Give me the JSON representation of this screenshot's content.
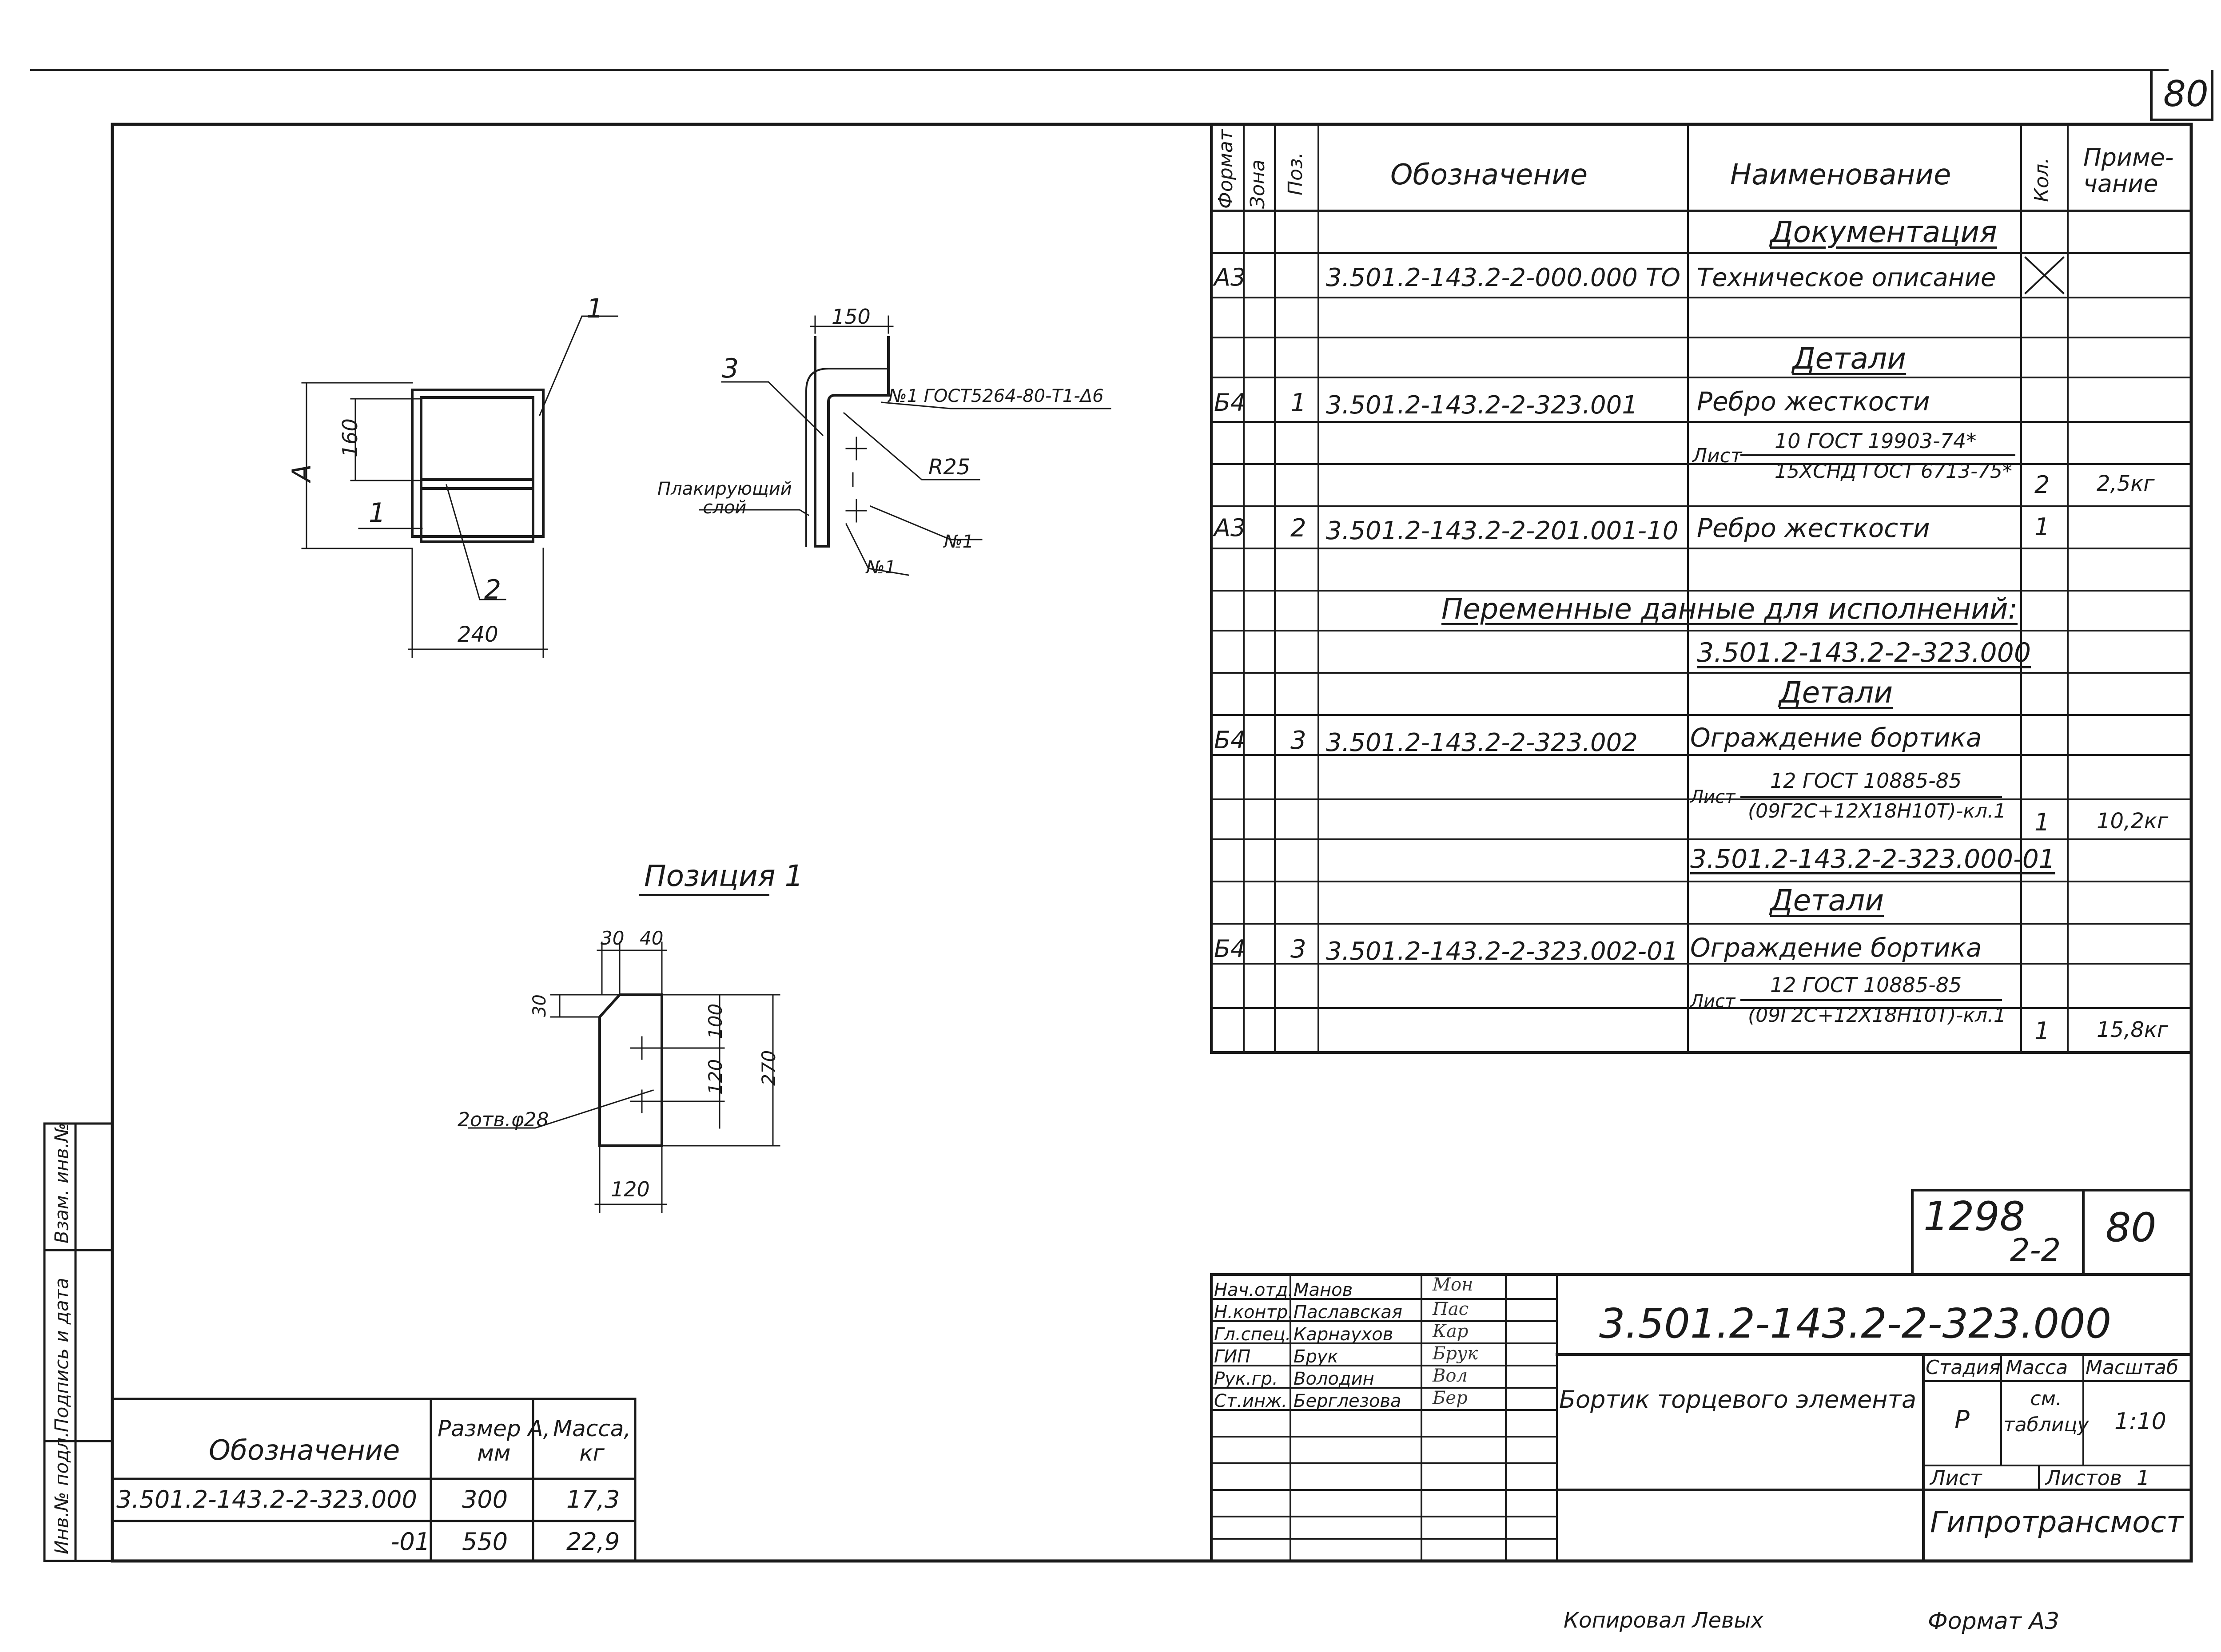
{
  "sheet_number": "80",
  "spec": {
    "headers": {
      "format": "Формат",
      "zone": "Зона",
      "pos": "Поз.",
      "designation": "Обозначение",
      "name": "Наименование",
      "qty": "Кол.",
      "note": "Приме-\nчание"
    },
    "section_documentation": "Документация",
    "doc_row": {
      "format": "А3",
      "designation": "3.501.2-143.2-2-000.000 ТО",
      "name": "Техническое описание"
    },
    "section_details_1": "Детали",
    "row1": {
      "format": "Б4",
      "pos": "1",
      "designation": "3.501.2-143.2-2-323.001",
      "name": "Ребро жесткости",
      "material_prefix": "Лист",
      "material_top": "10 ГОСТ 19903-74*",
      "material_bottom": "15ХСНД ГОСТ 6713-75*",
      "qty": "2",
      "note": "2,5кг"
    },
    "row2": {
      "format": "А3",
      "pos": "2",
      "designation": "3.501.2-143.2-2-201.001-10",
      "name": "Ребро жесткости",
      "qty": "1"
    },
    "variable_heading": "Переменные данные для исполнений:",
    "variant1_code": "3.501.2-143.2-2-323.000",
    "section_details_2": "Детали",
    "row3": {
      "format": "Б4",
      "pos": "3",
      "designation": "3.501.2-143.2-2-323.002",
      "name": "Ограждение бортика",
      "material_prefix": "Лист",
      "material_top": "12 ГОСТ 10885-85",
      "material_bottom": "(09Г2С+12Х18Н10Т)-кл.1",
      "qty": "1",
      "note": "10,2кг"
    },
    "variant2_code": "3.501.2-143.2-2-323.000-01",
    "section_details_3": "Детали",
    "row4": {
      "format": "Б4",
      "pos": "3",
      "designation": "3.501.2-143.2-2-323.002-01",
      "name": "Ограждение бортика",
      "material_prefix": "Лист",
      "material_top": "12 ГОСТ 10885-85",
      "material_bottom": "(09Г2С+12Х18Н10Т)-кл.1",
      "qty": "1",
      "note": "15,8кг"
    }
  },
  "drawing": {
    "view1": {
      "leader_1": "1",
      "leader_1b": "1",
      "leader_2": "2",
      "dim_160": "160",
      "dim_A": "А",
      "dim_240": "240"
    },
    "view2": {
      "dim_150": "150",
      "leader_3": "3",
      "weld_top": "№1 ГОСТ5264-80-Т1-Δ6",
      "radius": "R25",
      "clad_layer": "Плакирующий\nслой",
      "weld_1": "№1",
      "weld_1b": "№1"
    },
    "position1": {
      "title": "Позиция 1",
      "dim_30_top": "30",
      "dim_40": "40",
      "dim_30_side": "30",
      "dim_100": "100",
      "dim_120_v": "120",
      "dim_270": "270",
      "holes": "2отв.φ28",
      "dim_120_h": "120"
    }
  },
  "variants_table": {
    "headers": {
      "designation": "Обозначение",
      "size": "Размер А,\nмм",
      "mass": "Масса,\nкг"
    },
    "rows": [
      {
        "designation": "3.501.2-143.2-2-323.000",
        "size": "300",
        "mass": "17,3"
      },
      {
        "designation": "-01",
        "size": "550",
        "mass": "22,9"
      }
    ]
  },
  "side_stamp": {
    "inv_orig": "Инв.№ подл.",
    "sign_date": "Подпись и дата",
    "inv_repl": "Взам. инв.№"
  },
  "title_block": {
    "album": "1298",
    "album_sub": "2-2",
    "sheet": "80",
    "code": "3.501.2-143.2-2-323.000",
    "title": "Бортик торцевого элемента",
    "stage_label": "Стадия",
    "mass_label": "Масса",
    "scale_label": "Масштаб",
    "stage": "Р",
    "mass": "см.\nтаблицу",
    "scale": "1:10",
    "sheet_label": "Лист",
    "sheets_label": "Листов",
    "sheets_count": "1",
    "org": "Гипротрансмост",
    "people": [
      {
        "role": "Нач.отд.",
        "name": "Манов",
        "sign": "Мон"
      },
      {
        "role": "Н.контр.",
        "name": "Паславская",
        "sign": "Пас"
      },
      {
        "role": "Гл.спец.",
        "name": "Карнаухов",
        "sign": "Кар"
      },
      {
        "role": "ГИП",
        "name": "Брук",
        "sign": "Брук"
      },
      {
        "role": "Рук.гр.",
        "name": "Володин",
        "sign": "Вол"
      },
      {
        "role": "Ст.инж.",
        "name": "Берглезова",
        "sign": "Бер"
      }
    ]
  },
  "footer": {
    "copied": "Копировал Левых",
    "format": "Формат А3"
  }
}
